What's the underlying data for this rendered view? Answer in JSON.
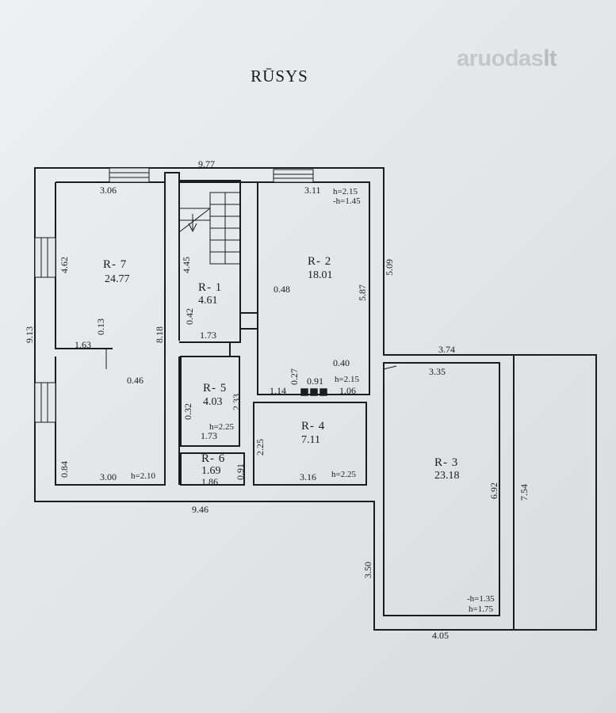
{
  "title": "RŪSYS",
  "watermark": {
    "brand": "aruodas",
    "suffix": "lt"
  },
  "rooms": [
    {
      "code": "R- 7",
      "area": "24.77"
    },
    {
      "code": "R- 1",
      "area": "4.61"
    },
    {
      "code": "R- 2",
      "area": "18.01"
    },
    {
      "code": "R- 5",
      "area": "4.03"
    },
    {
      "code": "R- 6",
      "area": "1.69"
    },
    {
      "code": "R- 4",
      "area": "7.11"
    },
    {
      "code": "R- 3",
      "area": "23.18"
    }
  ],
  "dimensions": {
    "top_overall": "9.77",
    "r7_top": "3.06",
    "r2_top": "3.11",
    "r7_left_wall": "4.62",
    "left_overall": "9.13",
    "r7_side": "8.18",
    "r7_small": "0.13",
    "r7_partition": "1.63",
    "r7_opening": "0.46",
    "r7_bottom_side": "0.84",
    "r7_bottom": "3.00",
    "r1_stair": "4.45",
    "r1_side": "0.42",
    "r1_bottom": "1.73",
    "r1_passage": "0.48",
    "r2_side": "5.87",
    "right_upper": "5.09",
    "r2_step": "0.40",
    "r2_bottom_a": "0.27",
    "r2_bottom_b": "0.91",
    "r2_bottom_c": "1.14",
    "r2_bottom_d": "1.06",
    "r5_side": "2.33",
    "r5_small": "0.32",
    "r5_bottom": "1.73",
    "r6_side": "0.91",
    "r6_bottom": "1.86",
    "r4_side": "2.25",
    "r4_bottom": "3.16",
    "bottom_overall": "9.46",
    "r3_top_outer": "3.74",
    "r3_top_inner": "3.35",
    "r3_side": "6.92",
    "r3_outer_side": "7.54",
    "r3_left_outer": "3.50",
    "r3_bottom": "4.05"
  },
  "heights": {
    "r2_h": "h=2.15",
    "r2_neg": "-h=1.45",
    "r2_lower": "h=2.15",
    "r5_h": "h=2.25",
    "r7_h": "h=2.10",
    "r4_h": "h=2.25",
    "r3_neg": "-h=1.35",
    "r3_h": "h=1.75"
  },
  "colors": {
    "ink": "#1c1c1c",
    "paper": "#e6e7e9",
    "watermark": "#c4c6c9"
  }
}
